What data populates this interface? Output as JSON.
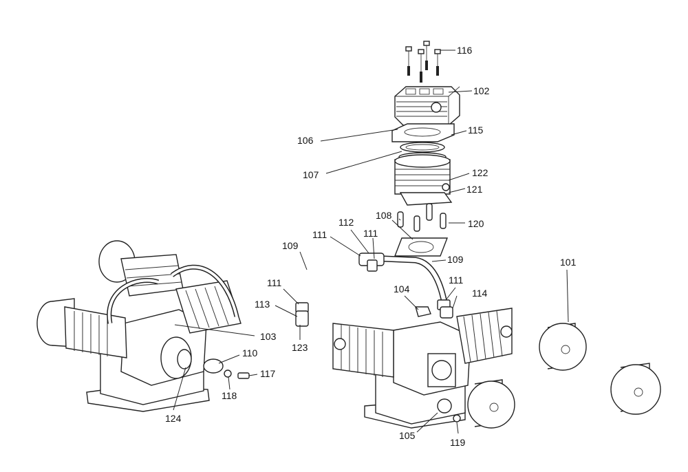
{
  "labels": {
    "l101": "101",
    "l102": "102",
    "l103": "103",
    "l104": "104",
    "l105": "105",
    "l106": "106",
    "l107": "107",
    "l108": "108",
    "l109a": "109",
    "l109b": "109",
    "l110": "110",
    "l111a": "111",
    "l111b": "111",
    "l111c": "111",
    "l111d": "111",
    "l112": "112",
    "l113": "113",
    "l114": "114",
    "l115": "115",
    "l116": "116",
    "l117": "117",
    "l118": "118",
    "l119": "119",
    "l120": "120",
    "l121": "121",
    "l122": "122",
    "l123": "123",
    "l124": "124"
  }
}
